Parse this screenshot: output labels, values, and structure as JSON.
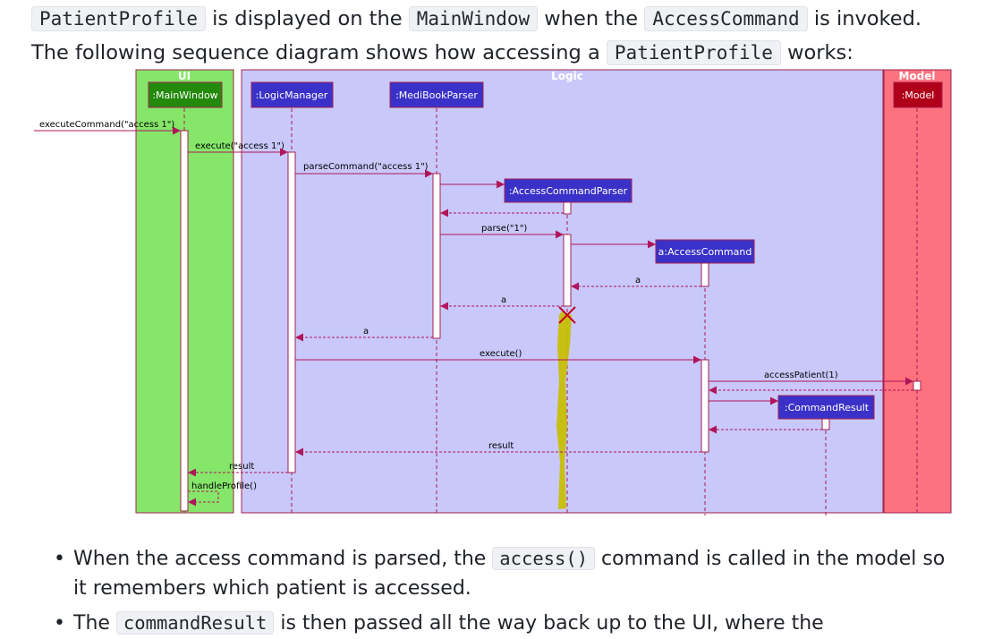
{
  "text": {
    "intro_code_1": "PatientProfile",
    "intro_text_1": " is displayed on the ",
    "intro_code_2": "MainWindow",
    "intro_text_2": " when the ",
    "intro_code_3": "AccessCommand",
    "intro_text_3": " is invoked.",
    "line2_text": "The following sequence diagram shows how accessing a ",
    "line2_code": "PatientProfile",
    "line2_tail": " works:"
  },
  "diagram": {
    "boxes": {
      "ui": "UI",
      "logic": "Logic",
      "model": "Model"
    },
    "participants": {
      "main_window": ":MainWindow",
      "logic_manager": ":LogicManager",
      "parser": ":MediBookParser",
      "access_parser": ":AccessCommandParser",
      "access_command": "a:AccessCommand",
      "command_result": ":CommandResult",
      "model": ":Model"
    },
    "messages": {
      "m_execute_command": "executeCommand(\"access 1\")",
      "m_execute": "execute(\"access 1\")",
      "m_parse_command": "parseCommand(\"access 1\")",
      "m_parse": "parse(\"1\")",
      "m_a1": "a",
      "m_a2": "a",
      "m_a3": "a",
      "m_execute2": "execute()",
      "m_access_patient": "accessPatient(1)",
      "m_result1": "result",
      "m_result2": "result",
      "m_handle_profile": "handleProfile()"
    },
    "colors": {
      "ui_fill": "#85e66a",
      "logic_fill": "#c9c8fb",
      "model_fill": "#fe717f",
      "border": "#a3204f",
      "arrow": "#b0155a",
      "participant_blue": "#3a32c8",
      "participant_green": "#238a0c",
      "participant_red": "#b00019",
      "highlight": "#c7be00"
    }
  },
  "bullets": [
    {
      "pre": "When the access command is parsed, the ",
      "code": "access()",
      "post": " command is called in the model so it remembers which patient is accessed."
    },
    {
      "pre": "The ",
      "code": "commandResult",
      "post": " is then passed all the way back up to the UI, where the"
    }
  ]
}
